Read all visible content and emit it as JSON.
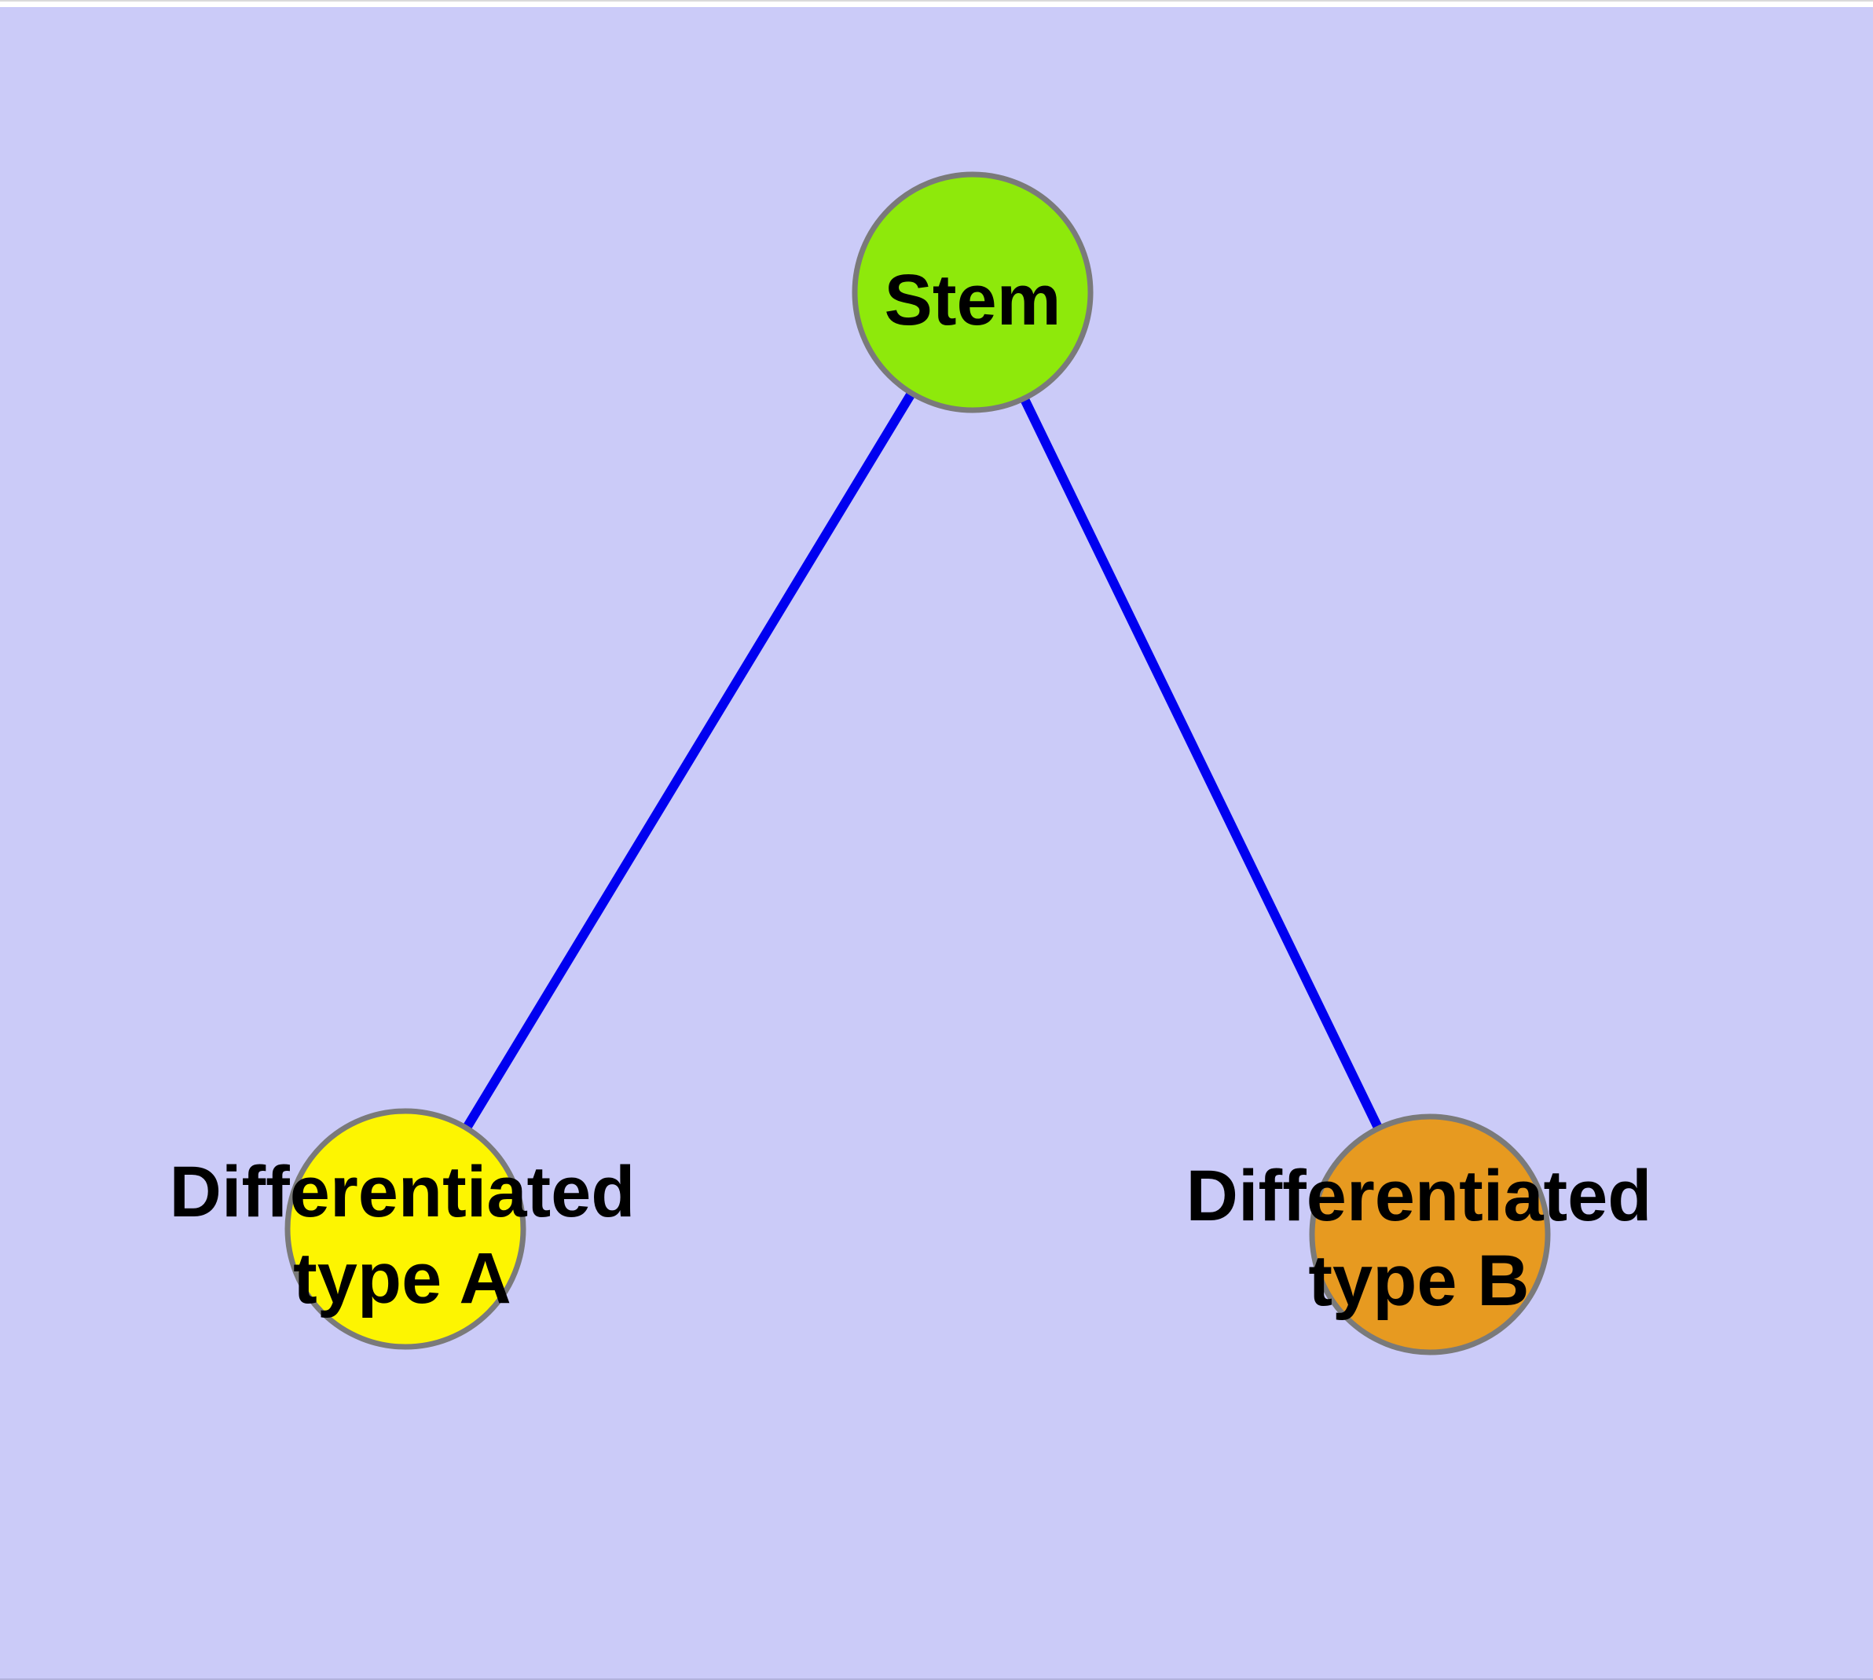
{
  "colors": {
    "background": "#CBCBF8",
    "edge": "#0000F0",
    "node_border": "#7A7A7A",
    "label_text": "#000000",
    "top_strip": "#FFFFFF",
    "top_strip_line": "#DADADA",
    "bottom_line": "#B2B2DC"
  },
  "nodes": {
    "stem": {
      "label": "Stem",
      "fill": "#8EE90B"
    },
    "type_a": {
      "label_line1": "Differentiated",
      "label_line2": "type A",
      "fill": "#FDF501"
    },
    "type_b": {
      "label_line1": "Differentiated",
      "label_line2": "type B",
      "fill": "#E79A20"
    }
  },
  "edges": [
    {
      "from": "Stem",
      "to": "Differentiated type A"
    },
    {
      "from": "Stem",
      "to": "Differentiated type B"
    }
  ]
}
